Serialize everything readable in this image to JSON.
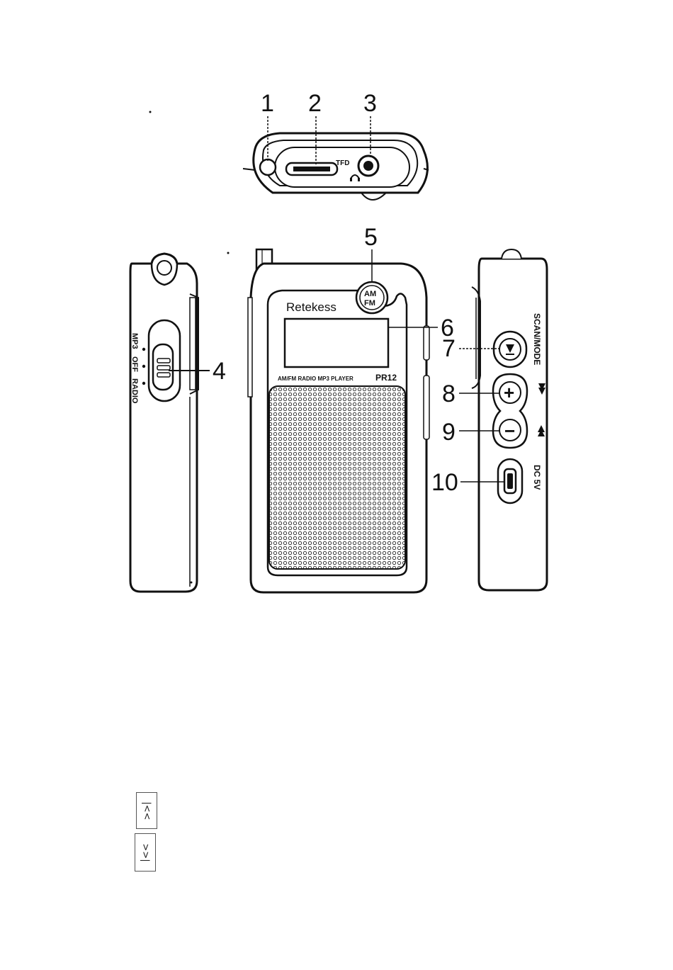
{
  "callouts": [
    "1",
    "2",
    "3",
    "4",
    "5",
    "6",
    "7",
    "8",
    "9",
    "10"
  ],
  "device": {
    "brand": "Retekess",
    "model": "PR12",
    "model_caption": "AM/FM RADIO MP3 PLAYER",
    "band_button": {
      "line1": "AM",
      "line2": "FM"
    },
    "tf_label": "TFD",
    "headphone_icon": "headphone-icon"
  },
  "mode_switch": {
    "positions": [
      "MP3",
      "OFF",
      "RADIO"
    ]
  },
  "side_labels": {
    "scan_mode": "SCAN/MODE",
    "next_icon": "next-track-icon",
    "prev_icon": "prev-track-icon",
    "dc": "DC 5V",
    "plus": "+",
    "minus": "−"
  },
  "nav": {
    "prev_page": "|<<",
    "next_page": ">>|"
  },
  "colors": {
    "ink": "#111111",
    "grille": "#9a9a9a",
    "paper": "#ffffff"
  }
}
